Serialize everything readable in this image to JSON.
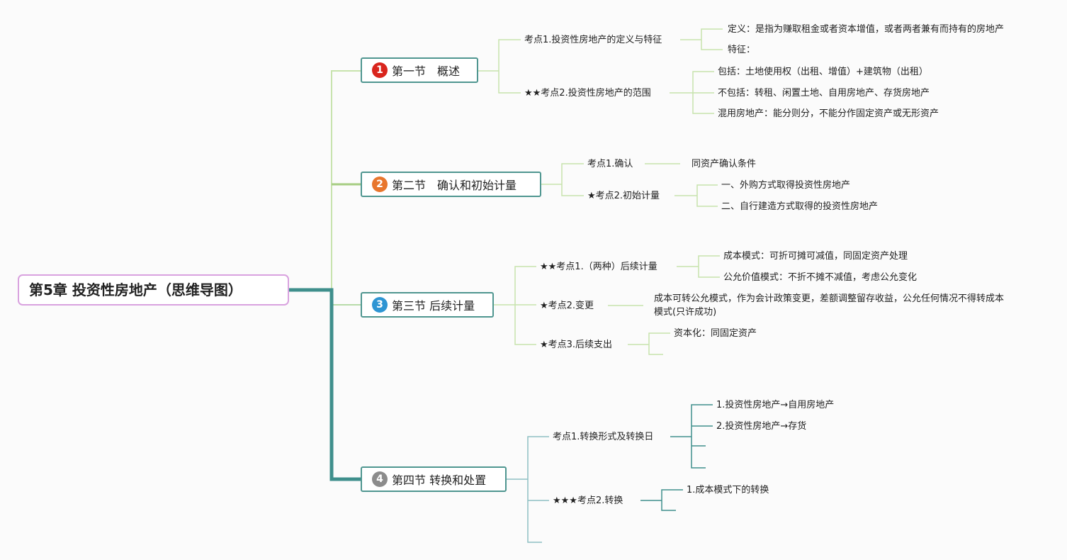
{
  "root": {
    "title": "第5章 投资性房地产（思维导图）"
  },
  "sections": [
    {
      "number": "1",
      "badge_color": "#d9251d",
      "label": "第一节　概述",
      "topics": [
        {
          "label": "考点1.投资性房地产的定义与特征",
          "items": [
            "定义：是指为赚取租金或者资本增值，或者两者兼有而持有的房地产",
            "特征："
          ]
        },
        {
          "label": "★★考点2.投资性房地产的范围",
          "items": [
            "包括：土地使用权（出租、增值）+建筑物（出租）",
            "不包括：转租、闲置土地、自用房地产、存货房地产",
            "混用房地产：能分则分，不能分作固定资产或无形资产"
          ]
        }
      ]
    },
    {
      "number": "2",
      "badge_color": "#e8762d",
      "label": "第二节　确认和初始计量",
      "topics": [
        {
          "label": "考点1.确认",
          "items": [
            "同资产确认条件"
          ]
        },
        {
          "label": "★考点2.初始计量",
          "items": [
            "一、外购方式取得投资性房地产",
            "二、自行建造方式取得的投资性房地产"
          ]
        }
      ]
    },
    {
      "number": "3",
      "badge_color": "#2e95d3",
      "label": "第三节 后续计量",
      "topics": [
        {
          "label": "★★考点1.（两种）后续计量",
          "items": [
            "成本模式：可折可摊可减值，同固定资产处理",
            "公允价值模式：不折不摊不减值，考虑公允变化"
          ]
        },
        {
          "label": "★考点2.变更",
          "items": [
            "成本可转公允模式，作为会计政策变更，差额调整留存收益，公允任何情况不得转成本模式(只许成功)"
          ]
        },
        {
          "label": "★考点3.后续支出",
          "items": [
            "资本化：同固定资产",
            ""
          ]
        }
      ]
    },
    {
      "number": "4",
      "badge_color": "#8c8c8c",
      "label": "第四节 转换和处置",
      "topics": [
        {
          "label": "考点1.转换形式及转换日",
          "items": [
            "1.投资性房地产→自用房地产",
            "2.投资性房地产→存货",
            "",
            ""
          ]
        },
        {
          "label": "★★★考点2.转换",
          "items": [
            "1.成本模式下的转换",
            ""
          ]
        },
        {
          "label": "",
          "items": []
        }
      ]
    }
  ]
}
